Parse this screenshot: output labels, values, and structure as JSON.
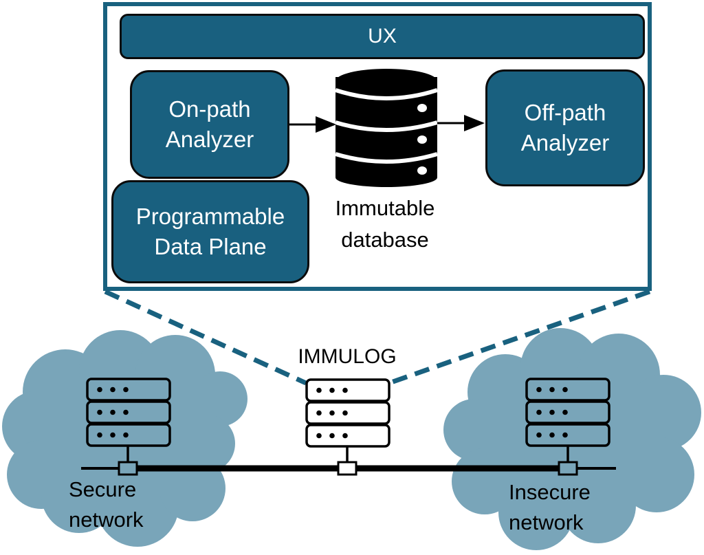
{
  "diagram": {
    "system_name": "IMMULOG",
    "components": {
      "ux": {
        "label": "UX"
      },
      "on_path_analyzer": {
        "line1": "On-path",
        "line2": "Analyzer"
      },
      "programmable_data_plane": {
        "line1": "Programmable",
        "line2": "Data Plane"
      },
      "immutable_database": {
        "line1": "Immutable",
        "line2": "database",
        "icon": "database-icon"
      },
      "off_path_analyzer": {
        "line1": "Off-path",
        "line2": "Analyzer"
      }
    },
    "flows": [
      {
        "from": "On-path Analyzer",
        "to": "Immutable database"
      },
      {
        "from": "Immutable database",
        "to": "Off-path Analyzer"
      }
    ],
    "networks": {
      "secure": {
        "line1": "Secure",
        "line2": "network",
        "icon": "server-icon"
      },
      "insecure": {
        "line1": "Insecure",
        "line2": "network",
        "icon": "server-icon"
      }
    },
    "immulog_node": {
      "label": "IMMULOG",
      "icon": "server-icon"
    },
    "colors": {
      "primary_blue": "#19607f",
      "frame_blue": "#19617f",
      "cloud": "#79a5b9",
      "outline": "#000000",
      "text_on_blue": "#ffffff"
    }
  }
}
